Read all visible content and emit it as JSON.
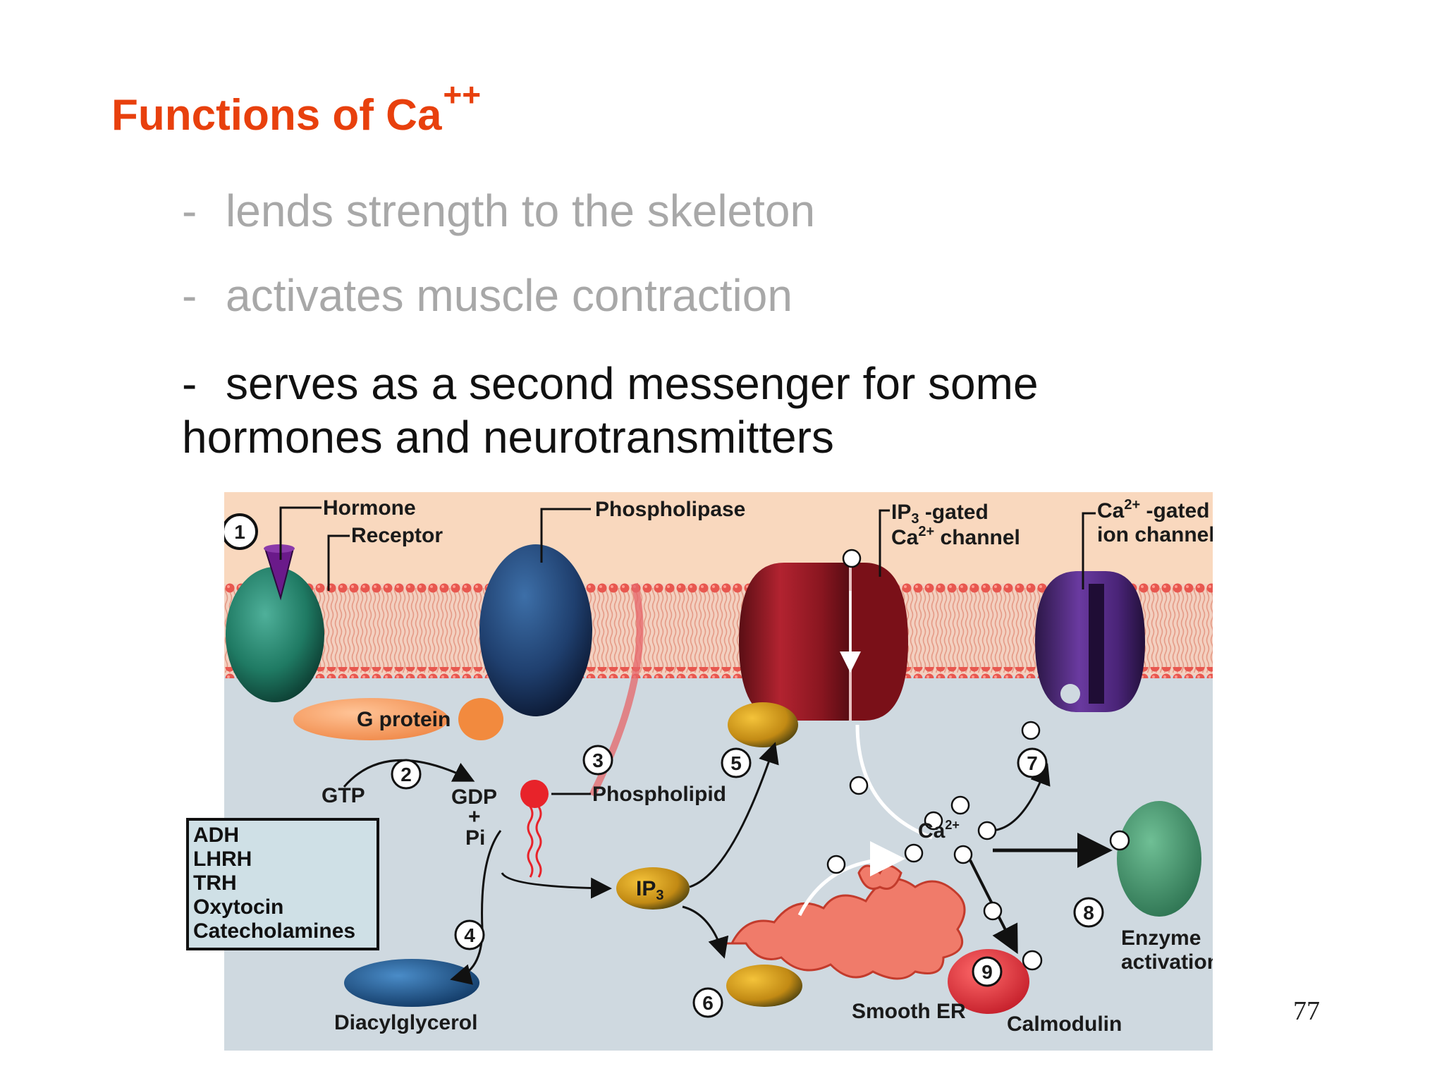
{
  "slide": {
    "title": "Functions of Ca",
    "title_sup": "++",
    "bullets": [
      {
        "dash": "-",
        "text": "lends strength to the skeleton"
      },
      {
        "dash": "-",
        "text": "activates muscle contraction"
      },
      {
        "dash": "-",
        "text": "serves as a second messenger for some",
        "text2": "hormones and neurotransmitters"
      }
    ],
    "page_number": "77"
  },
  "figure": {
    "labels": {
      "hormone": "Hormone",
      "receptor": "Receptor",
      "phospholipase": "Phospholipase",
      "ip3_gated_a": "IP",
      "ip3_gated_sub": "3",
      "ip3_gated_b": " -gated",
      "ip3_channel_a": "Ca",
      "ip3_channel_sup": "2+",
      "ip3_channel_b": " channel",
      "ca_gated_a": "Ca",
      "ca_gated_sup": "2+",
      "ca_gated_b": " -gated",
      "ca_gated_line2": "ion channel",
      "g_protein": "G protein",
      "gtp": "GTP",
      "gdp": "GDP",
      "plus": "+",
      "pi": "Pi",
      "phospholipid": "Phospholipid",
      "ip3_main": "IP",
      "ip3_sub": "3",
      "ca_center": "Ca",
      "ca_center_sup": "2+",
      "diacylglycerol": "Diacylglycerol",
      "smooth_er": "Smooth ER",
      "calmodulin": "Calmodulin",
      "enzyme_line1": "Enzyme",
      "enzyme_line2": "activation"
    },
    "hormone_list": [
      "ADH",
      "LHRH",
      "TRH",
      "Oxytocin",
      "Catecholamines"
    ],
    "step_numbers": [
      "1",
      "2",
      "3",
      "4",
      "5",
      "6",
      "7",
      "8",
      "9"
    ],
    "colors": {
      "title": "#e8400d",
      "faded_text": "#a8a8a8",
      "membrane_head": "#e8574f",
      "cytoplasm": "#cfd9e0",
      "extracellular": "#f9d8be"
    }
  }
}
